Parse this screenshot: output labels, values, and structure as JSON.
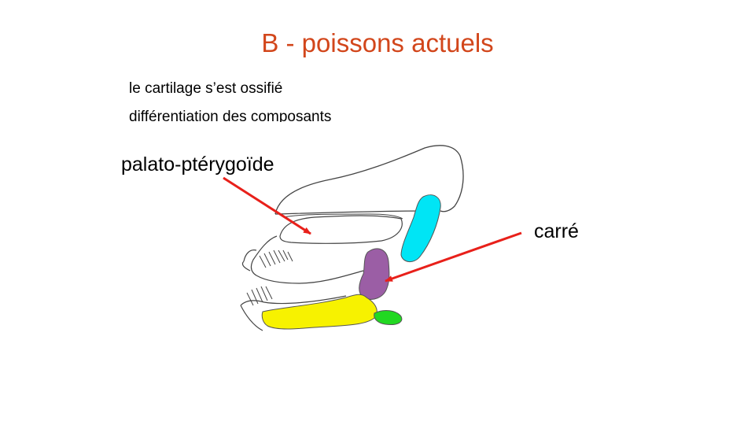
{
  "slide": {
    "title": "B - poissons actuels",
    "bullets": [
      "le cartilage s’est ossifié",
      "différentiation des composants"
    ]
  },
  "diagram": {
    "labels": {
      "palato": "palato-ptérygoïde",
      "carre": "carré"
    },
    "colors": {
      "title": "#d2461b",
      "arrow": "#e8201a",
      "cyan_bone": "#00e5f5",
      "purple_bone": "#9b5ea5",
      "yellow_bone": "#f7f200",
      "green_bone": "#22d822",
      "outline": "#444444"
    }
  }
}
